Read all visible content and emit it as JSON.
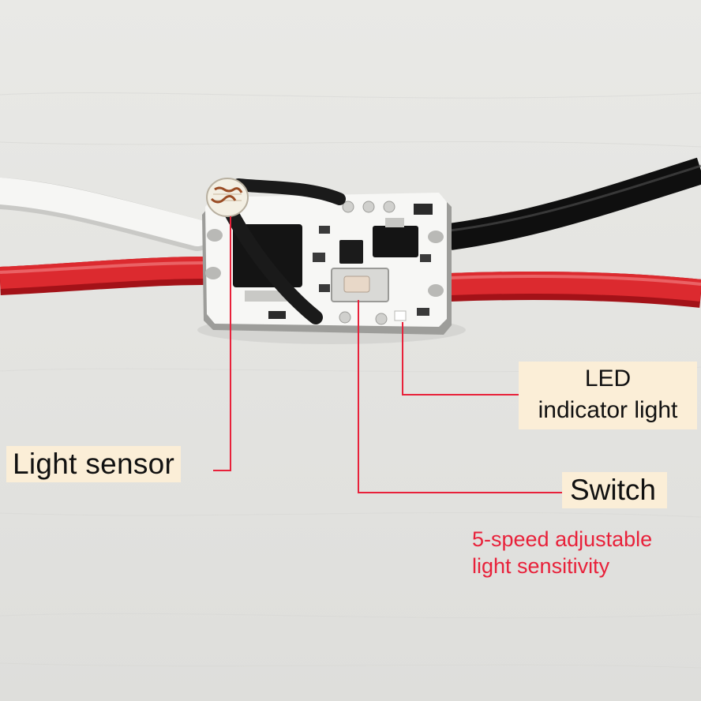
{
  "labels": {
    "light_sensor": "Light sensor",
    "switch": "Switch",
    "led_line1": "LED",
    "led_line2": "indicator light"
  },
  "note": {
    "line1": "5-speed adjustable",
    "line2": "light sensitivity"
  },
  "colors": {
    "background": "#e6e6e3",
    "label_box": "#fbeed7",
    "leader_line": "#e8213a",
    "note_text": "#e8213a",
    "red_wire": "#d8252c",
    "black_wire": "#1b1b1b",
    "white_wire": "#f4f4f2",
    "pcb": "#f7f7f5"
  }
}
